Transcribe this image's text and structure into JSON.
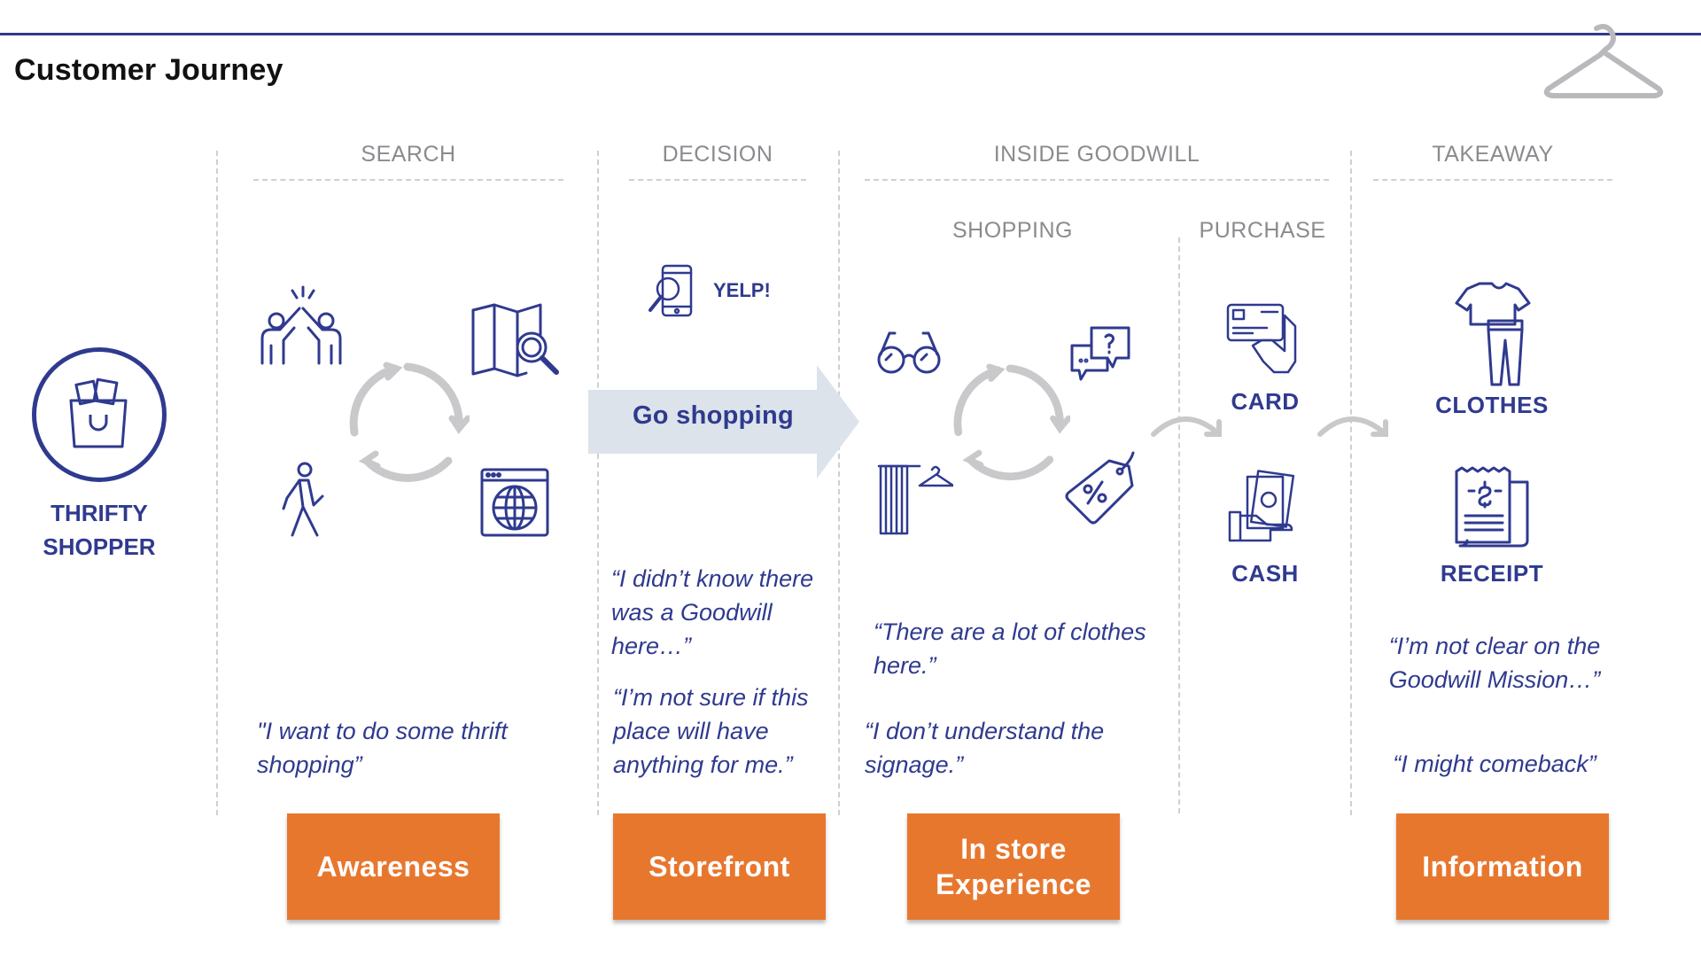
{
  "title": "Customer Journey",
  "persona": {
    "line1": "THRIFTY",
    "line2": "SHOPPER"
  },
  "stages": {
    "search": "SEARCH",
    "decision": "DECISION",
    "inside": "INSIDE GOODWILL",
    "shopping": "SHOPPING",
    "purchase": "PURCHASE",
    "takeaway": "TAKEAWAY"
  },
  "decision": {
    "yelp": "YELP!",
    "go_shopping": "Go shopping"
  },
  "purchase": {
    "card": "CARD",
    "cash": "CASH"
  },
  "takeaway_items": {
    "clothes": "CLOTHES",
    "receipt": "RECEIPT"
  },
  "quotes": {
    "search": "\"I want to do some thrift shopping”",
    "decision_1": "“I didn’t know there was a Goodwill here…”",
    "decision_2": "“I’m not sure if this place will have anything for me.”",
    "shopping_1": "“There are a lot of clothes here.”",
    "shopping_2": "“I don’t understand the signage.”",
    "takeaway_1": "“I’m not clear on the Goodwill Mission…”",
    "takeaway_2": "“I might comeback”"
  },
  "buttons": {
    "awareness": "Awareness",
    "storefront": "Storefront",
    "in_store_1": "In store",
    "in_store_2": "Experience",
    "information": "Information"
  },
  "colors": {
    "navy": "#2f3a8f",
    "orange": "#e8772e",
    "light_arrow": "#dde3ea",
    "gray": "#8b8b8f"
  }
}
